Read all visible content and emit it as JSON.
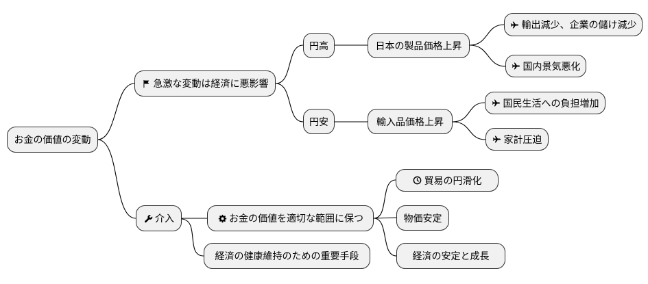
{
  "colors": {
    "background": "#ffffff",
    "node_fill": "#f1f1f1",
    "node_border": "#2e2e2e",
    "edge": "#000000",
    "text": "#000000"
  },
  "mindmap": {
    "root": {
      "label": "お金の価値の変動",
      "children": [
        {
          "label": "急激な変動は経済に悪影響",
          "icon": "flag-icon",
          "children": [
            {
              "label": "円高",
              "children": [
                {
                  "label": "日本の製品価格上昇",
                  "children": [
                    {
                      "label": "輸出減少、企業の儲け減少",
                      "icon": "plane-icon"
                    },
                    {
                      "label": "国内景気悪化",
                      "icon": "plane-icon"
                    }
                  ]
                }
              ]
            },
            {
              "label": "円安",
              "children": [
                {
                  "label": "輸入品価格上昇",
                  "children": [
                    {
                      "label": "国民生活への負担増加",
                      "icon": "plane-icon"
                    },
                    {
                      "label": "家計圧迫",
                      "icon": "plane-icon"
                    }
                  ]
                }
              ]
            }
          ]
        },
        {
          "label": "介入",
          "icon": "wrench-icon",
          "children": [
            {
              "label": "お金の価値を適切な範囲に保つ",
              "icon": "gear-icon",
              "children": [
                {
                  "label": "貿易の円滑化",
                  "icon": "clock-icon"
                },
                {
                  "label": "物価安定"
                },
                {
                  "label": "経済の安定と成長"
                }
              ]
            },
            {
              "label": "経済の健康維持のための重要手段"
            }
          ]
        }
      ]
    }
  }
}
